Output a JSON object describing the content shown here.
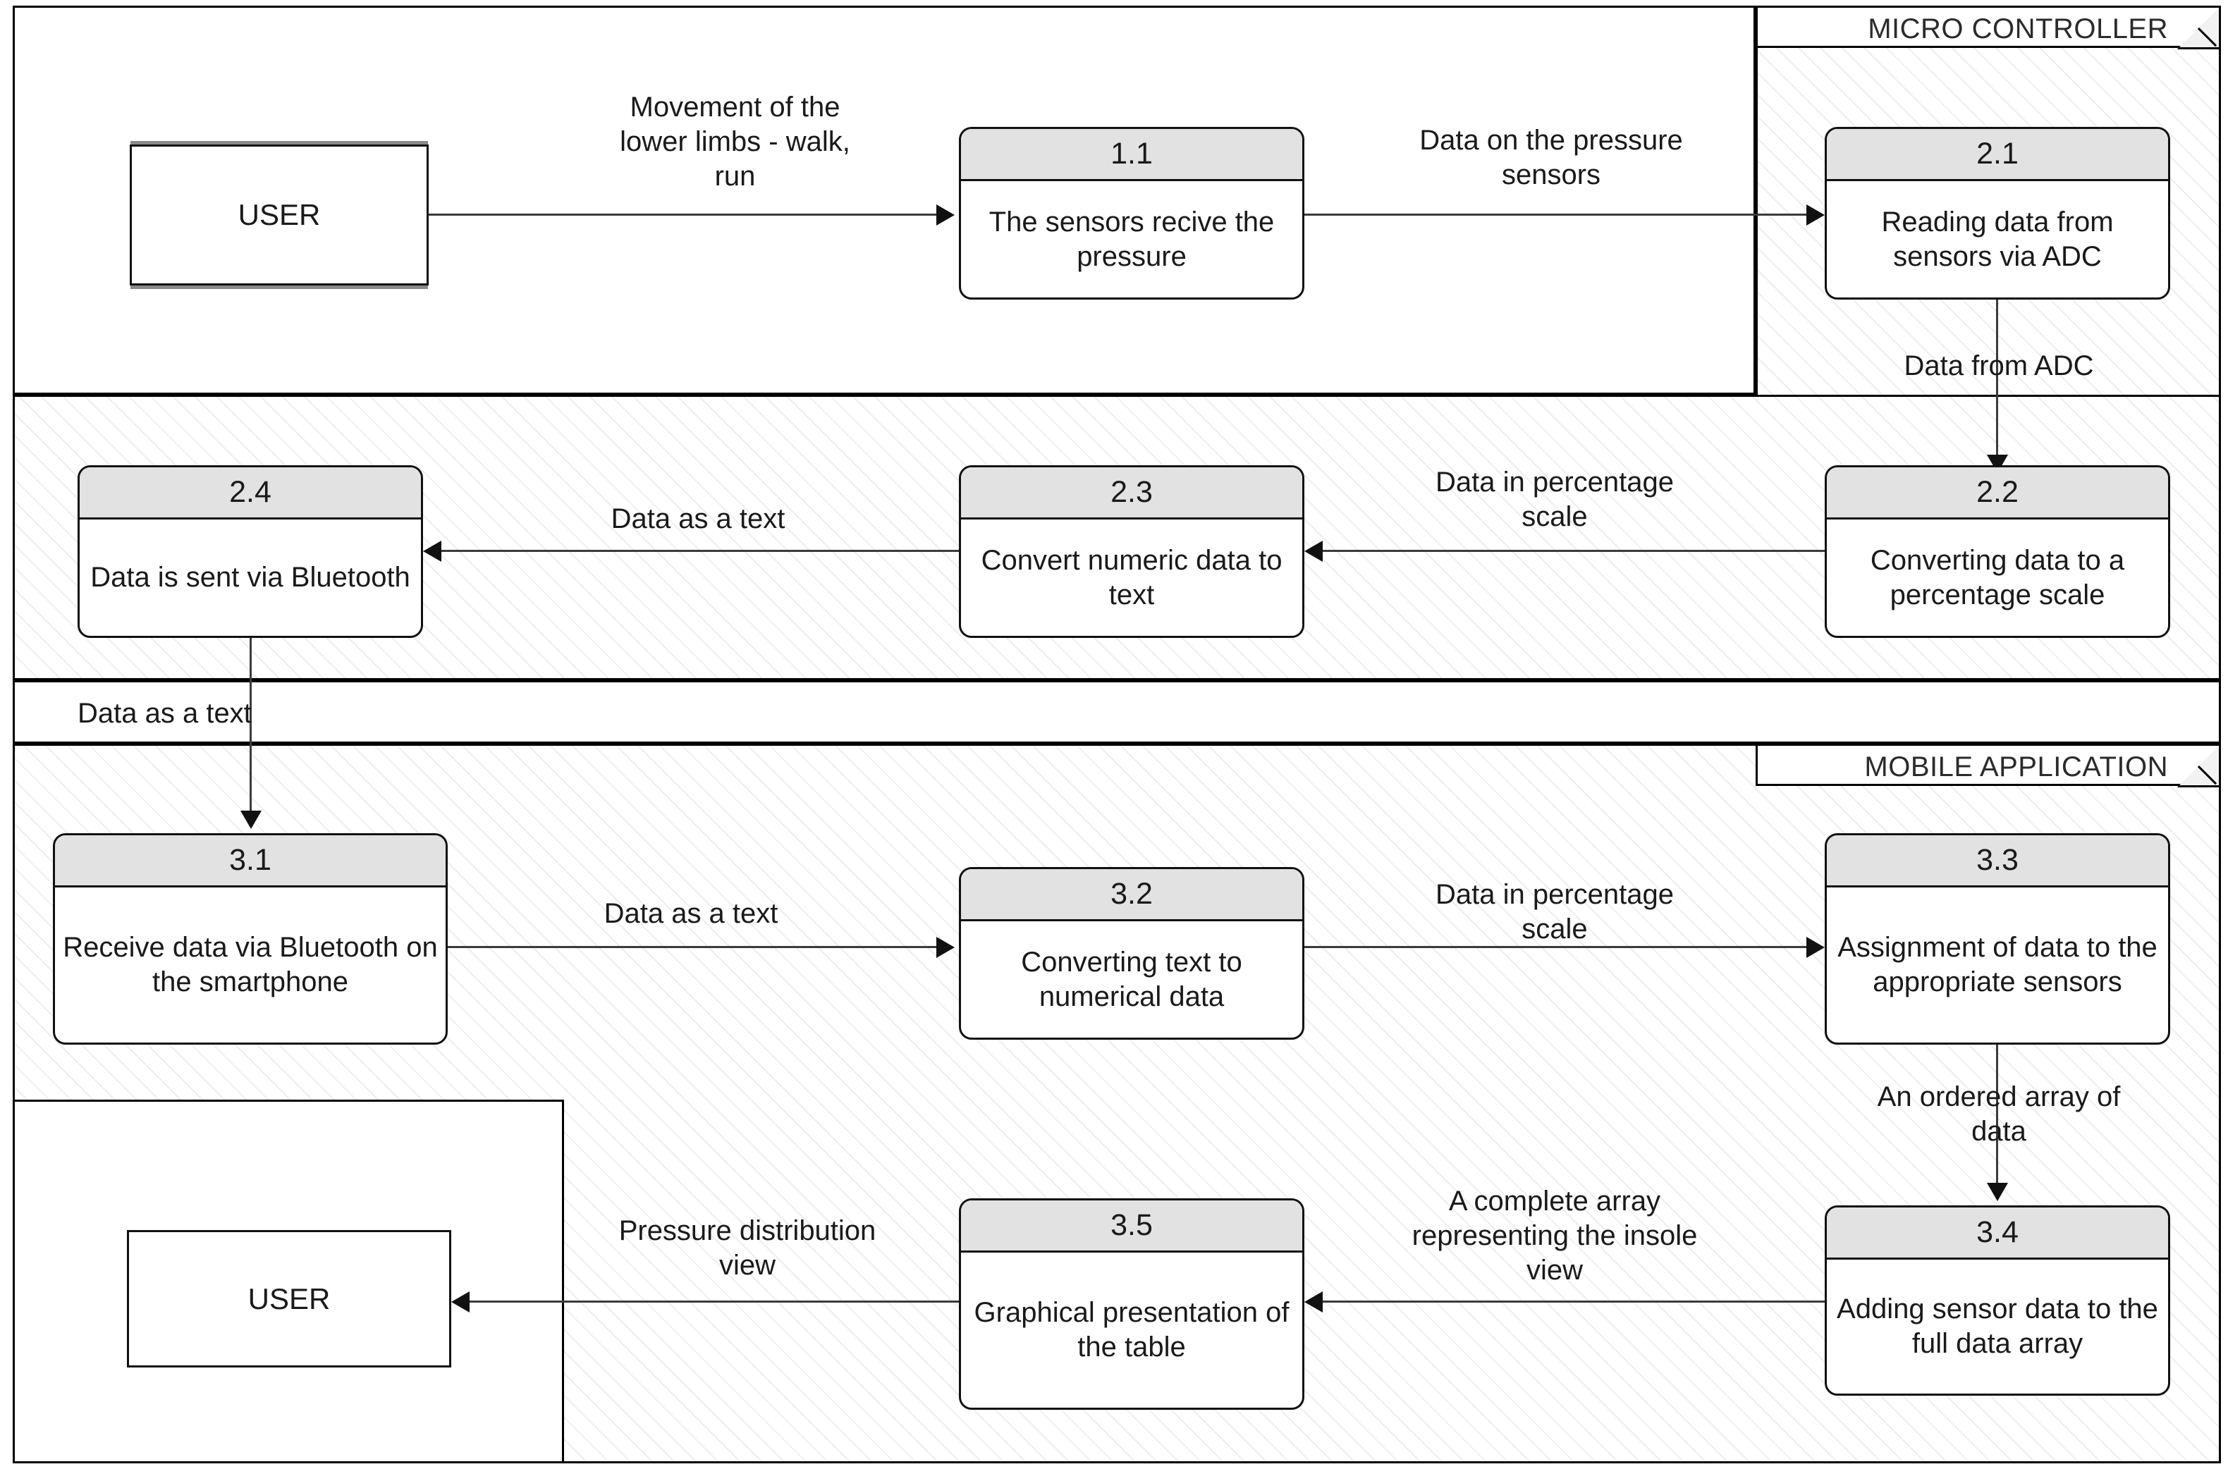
{
  "diagram": {
    "type": "data-flow-diagram",
    "regions": [
      {
        "id": "top-white",
        "label": "",
        "shaded": false
      },
      {
        "id": "micro",
        "label": "MICRO CONTROLLER",
        "shaded": true
      },
      {
        "id": "band-mid",
        "label": "",
        "shaded": true
      },
      {
        "id": "band-text",
        "label": "",
        "shaded": false
      },
      {
        "id": "mobile",
        "label": "MOBILE APPLICATION",
        "shaded": true
      },
      {
        "id": "user-out",
        "label": "",
        "shaded": false
      }
    ],
    "entities": [
      {
        "id": "user-top",
        "label": "USER"
      },
      {
        "id": "user-bottom",
        "label": "USER"
      }
    ],
    "processes": [
      {
        "id": "1.1",
        "number": "1.1",
        "text": "The sensors recive the pressure"
      },
      {
        "id": "2.1",
        "number": "2.1",
        "text": "Reading data from sensors via ADC"
      },
      {
        "id": "2.2",
        "number": "2.2",
        "text": "Converting data to a percentage scale"
      },
      {
        "id": "2.3",
        "number": "2.3",
        "text": "Convert numeric data to text"
      },
      {
        "id": "2.4",
        "number": "2.4",
        "text": "Data is sent via Bluetooth"
      },
      {
        "id": "3.1",
        "number": "3.1",
        "text": "Receive data via Bluetooth on the smartphone"
      },
      {
        "id": "3.2",
        "number": "3.2",
        "text": "Converting text to numerical data"
      },
      {
        "id": "3.3",
        "number": "3.3",
        "text": "Assignment of data to the appropriate sensors"
      },
      {
        "id": "3.4",
        "number": "3.4",
        "text": "Adding sensor data to the full data array"
      },
      {
        "id": "3.5",
        "number": "3.5",
        "text": "Graphical presentation of the table"
      }
    ],
    "flows": [
      {
        "id": "f1",
        "from": "user-top",
        "to": "1.1",
        "label": "Movement of the\nlower limbs - walk,\nrun"
      },
      {
        "id": "f2",
        "from": "1.1",
        "to": "2.1",
        "label": "Data on the pressure\nsensors"
      },
      {
        "id": "f3",
        "from": "2.1",
        "to": "2.2",
        "label": "Data from ADC"
      },
      {
        "id": "f4",
        "from": "2.2",
        "to": "2.3",
        "label": "Data in percentage\nscale"
      },
      {
        "id": "f5",
        "from": "2.3",
        "to": "2.4",
        "label": "Data as a text"
      },
      {
        "id": "f6",
        "from": "2.4",
        "to": "3.1",
        "label": "Data as a text"
      },
      {
        "id": "f7",
        "from": "3.1",
        "to": "3.2",
        "label": "Data as a text"
      },
      {
        "id": "f8",
        "from": "3.2",
        "to": "3.3",
        "label": "Data in percentage\nscale"
      },
      {
        "id": "f9",
        "from": "3.3",
        "to": "3.4",
        "label": "An ordered array of\ndata"
      },
      {
        "id": "f10",
        "from": "3.4",
        "to": "3.5",
        "label": "A complete array\nrepresenting the insole\nview"
      },
      {
        "id": "f11",
        "from": "3.5",
        "to": "user-bottom",
        "label": "Pressure distribution\nview"
      }
    ],
    "colors": {
      "process_header": "#e2e2e2",
      "stroke": "#111111",
      "connector": "#3b3b3b",
      "hatch": "rgba(0,0,0,0.065)",
      "background": "#ffffff"
    }
  }
}
